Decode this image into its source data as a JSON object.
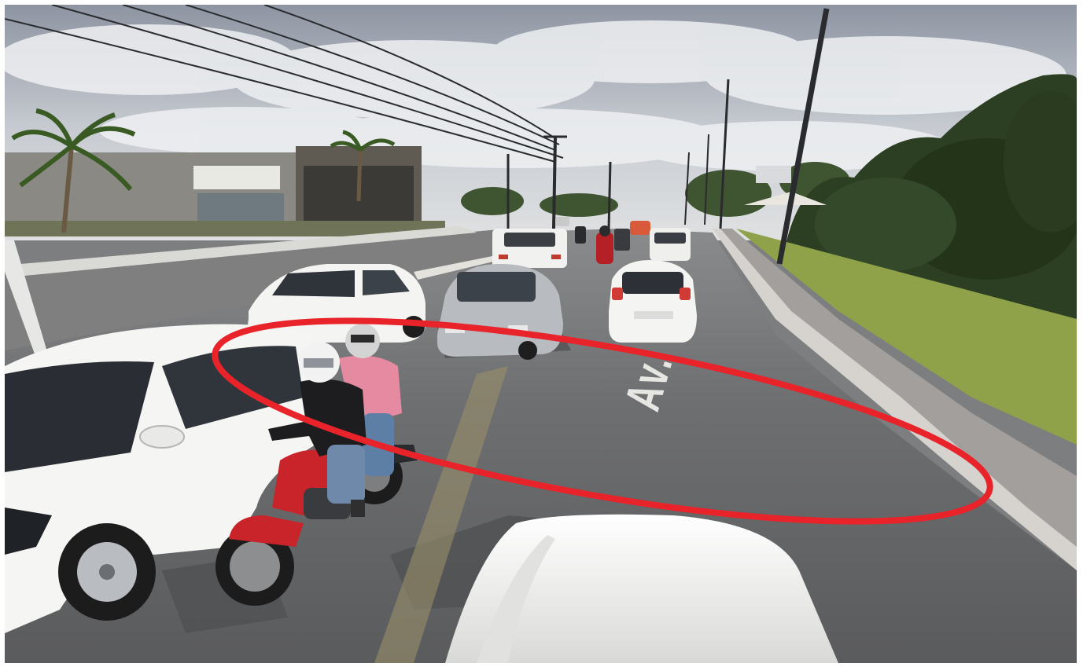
{
  "photo": {
    "kind": "street-level photograph",
    "road_marking_text": "Av.",
    "annotation": {
      "shape": "ellipse",
      "color": "#e8232a"
    },
    "colors": {
      "sky": "#c9cdd3",
      "clouds": "#eef0f2",
      "asphalt": "#6e6f71",
      "asphalt_dark": "#4f5052",
      "sidewalk": "#a29f9c",
      "grass": "#8fa24a",
      "trees": "#2d3f22",
      "building": "#8a8983",
      "car_white": "#f4f4f2",
      "car_silver": "#b8bbbf",
      "motorcycle_red": "#c8242a",
      "rider_pink_shirt": "#e58aa0",
      "rider_black_jacket": "#1d1d20"
    }
  }
}
